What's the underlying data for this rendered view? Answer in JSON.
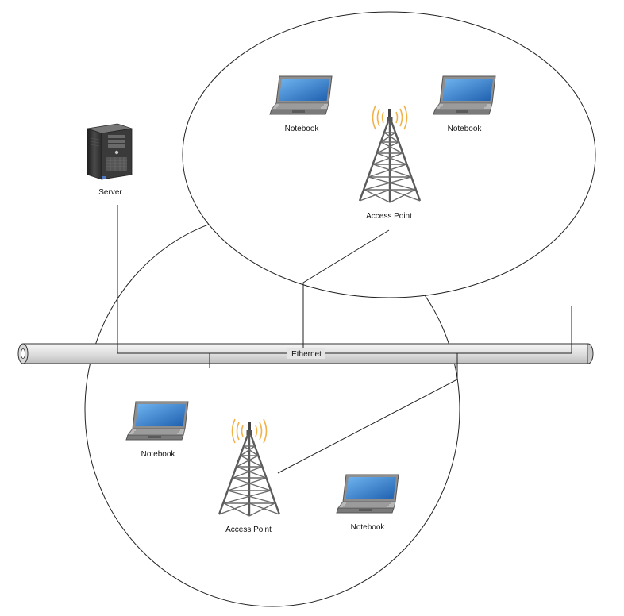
{
  "nodes": {
    "server": {
      "label": "Server",
      "icon": "server-tower-icon"
    },
    "ap_top": {
      "label": "Access Point",
      "icon": "radio-tower-icon"
    },
    "ap_bottom": {
      "label": "Access Point",
      "icon": "radio-tower-icon"
    },
    "notebook_top_left": {
      "label": "Notebook",
      "icon": "laptop-icon"
    },
    "notebook_top_right": {
      "label": "Notebook",
      "icon": "laptop-icon"
    },
    "notebook_bottom_left": {
      "label": "Notebook",
      "icon": "laptop-icon"
    },
    "notebook_bottom_right": {
      "label": "Notebook",
      "icon": "laptop-icon"
    }
  },
  "bus": {
    "label": "Ethernet"
  },
  "colors": {
    "line": "#222222",
    "pipe_fill": "#e4e4e4",
    "laptop_screen": "#2f7fd0",
    "laptop_body": "#9a9a9a",
    "tower": "#5a5a5a",
    "signal": "#f2b24a",
    "server": "#3d3d3d"
  }
}
